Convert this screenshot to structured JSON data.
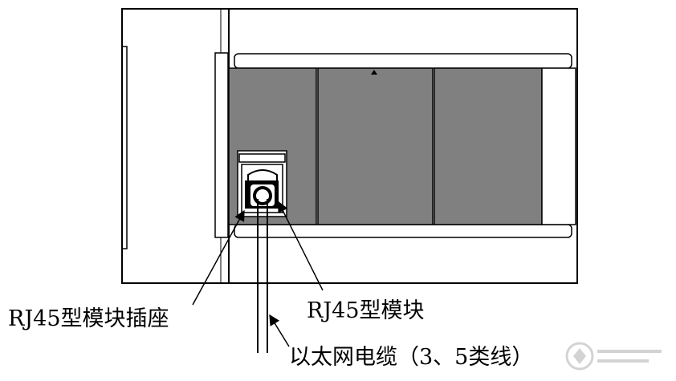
{
  "labels": {
    "socket": "RJ45型模块插座",
    "module": "RJ45型模块",
    "cable": "以太网电缆（3、5类线）"
  },
  "colors": {
    "line": "#000000",
    "panel": "#808080",
    "background": "#ffffff"
  },
  "icons": {
    "watermark": "logo-watermark"
  }
}
